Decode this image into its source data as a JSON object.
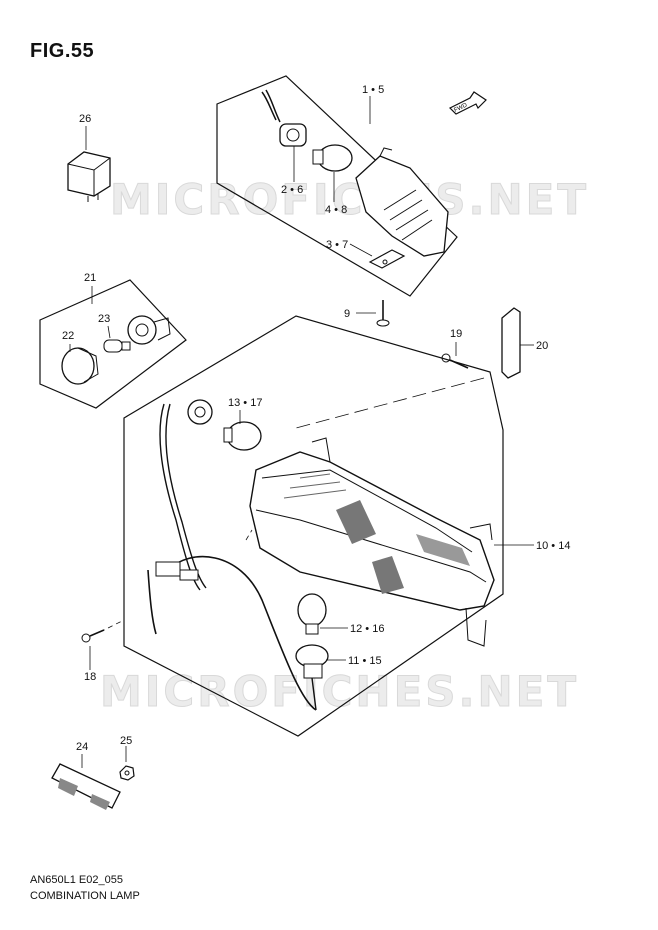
{
  "figure": {
    "title": "FIG.55"
  },
  "footer": {
    "code": "AN650L1 E02_055",
    "name": "COMBINATION LAMP"
  },
  "watermark": {
    "text": "MICROFICHES.NET"
  },
  "fwd_badge": {
    "text": "FWD"
  },
  "callouts": {
    "c_1_5": "1 • 5",
    "c_2_6": "2 • 6",
    "c_4_8": "4 • 8",
    "c_3_7": "3 • 7",
    "c_9": "9",
    "c_26": "26",
    "c_21": "21",
    "c_22": "22",
    "c_23": "23",
    "c_19": "19",
    "c_20": "20",
    "c_13_17": "13 • 17",
    "c_10_14": "10 • 14",
    "c_12_16": "12 • 16",
    "c_11_15": "11 • 15",
    "c_18": "18",
    "c_24": "24",
    "c_25": "25"
  }
}
